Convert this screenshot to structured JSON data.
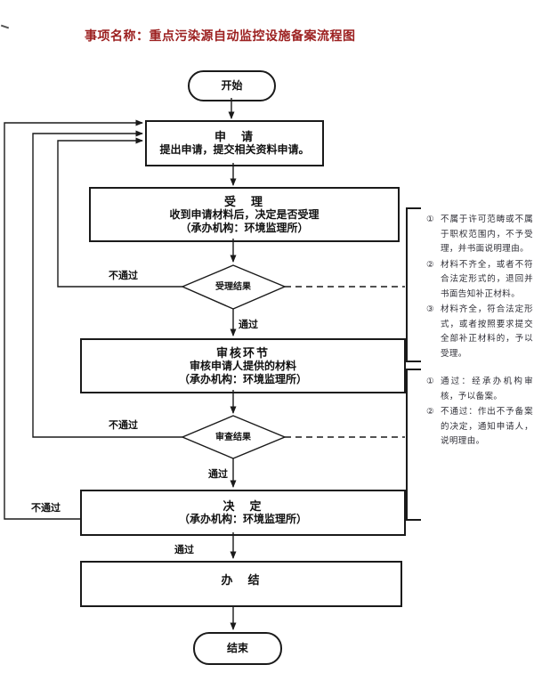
{
  "title": "事项名称：重点污染源自动监控设施备案流程图",
  "nodes": {
    "start": {
      "label": "开始"
    },
    "apply": {
      "title": "申　请",
      "line1": "提出申请，提交相关资料申请。"
    },
    "accept": {
      "title": "受　理",
      "line1": "收到申请材料后，决定是否受理",
      "line2": "（承办机构：环境监理所）"
    },
    "accept_result": {
      "label": "受理结果"
    },
    "review": {
      "title": "审核环节",
      "line1": "审核申请人提供的材料",
      "line2": "（承办机构：环境监理所）"
    },
    "review_result": {
      "label": "审查结果"
    },
    "decide": {
      "title": "决　定",
      "line1": "（承办机构：环境监理所）"
    },
    "complete": {
      "label": "办　结"
    },
    "end": {
      "label": "结束"
    }
  },
  "edge_labels": {
    "fail1": "不通过",
    "pass1": "通过",
    "fail2": "不通过",
    "pass2": "通过",
    "fail3": "不通过",
    "pass3": "通过"
  },
  "notes_accept": {
    "items": [
      {
        "num": "①",
        "text": "不属于许可范畴或不属于职权范围内，不予受理，并书面说明理由。"
      },
      {
        "num": "②",
        "text": "材料不齐全，或者不符合法定形式的，退回并书面告知补正材料。"
      },
      {
        "num": "③",
        "text": "材料齐全，符合法定形式，或者按照要求提交全部补正材料的，予以受理。"
      }
    ]
  },
  "notes_review": {
    "items": [
      {
        "num": "①",
        "text": "通过：经承办机构审核，予以备案。"
      },
      {
        "num": "②",
        "text": "不通过：作出不予备案的决定，通知申请人，说明理由。"
      }
    ]
  },
  "colors": {
    "title": "#9c2020",
    "line": "#1a1a1a",
    "background": "#ffffff"
  }
}
